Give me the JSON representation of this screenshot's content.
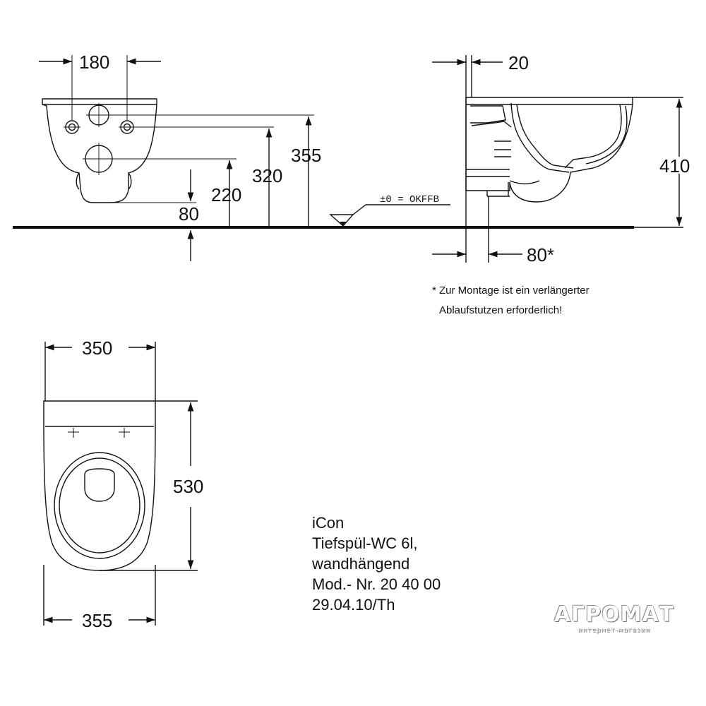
{
  "dimensions": {
    "front_width_180": "180",
    "side_offset_20": "20",
    "height_355": "355",
    "height_320": "320",
    "height_220": "220",
    "height_80": "80",
    "height_410": "410",
    "side_80_star": "80*",
    "top_width_350": "350",
    "depth_530": "530",
    "bottom_width_355": "355"
  },
  "floor_label": "±0 = OKFFB",
  "footnote": {
    "line1": "* Zur Montage ist ein verlängerter",
    "line2": "Ablaufstutzen erforderlich!"
  },
  "product": {
    "name": "iCon",
    "type": "Tiefspül-WC 6l,",
    "mounting": "wandhängend",
    "model": "Mod.- Nr. 20 40 00",
    "date": "29.04.10/Th"
  },
  "watermark": {
    "brand": "АГРОМАТ",
    "tagline": "интернет-магазин"
  }
}
